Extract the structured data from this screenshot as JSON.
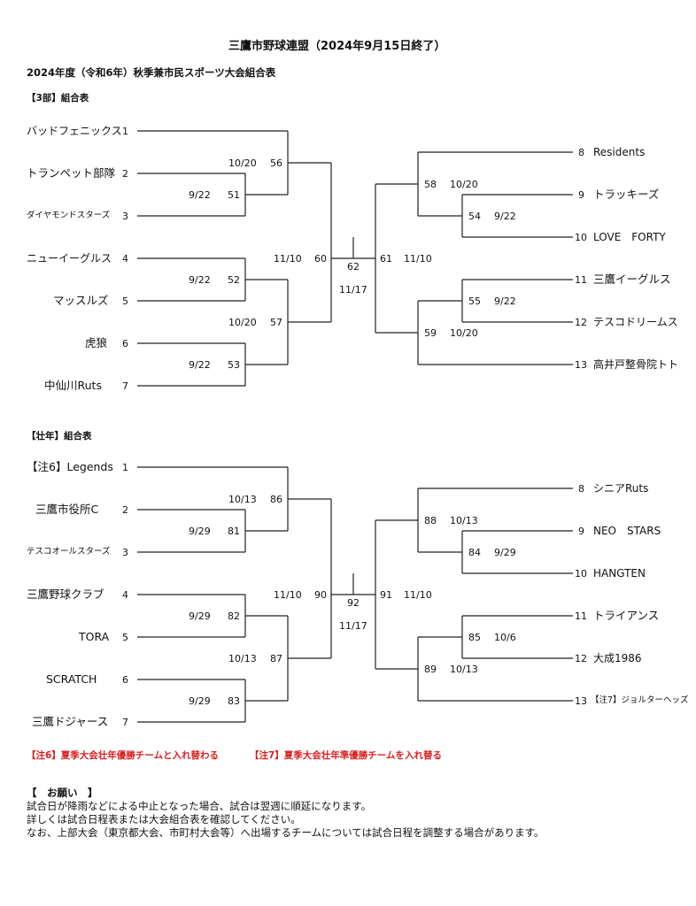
{
  "header": {
    "title": "三鷹市野球連盟（2024年9月15日終了）",
    "subtitle": "2024年度（令和6年）秋季兼市民スポーツ大会組合表"
  },
  "bracket3": {
    "section_label": "【3部】組合表",
    "teams": [
      {
        "name": "バッドフェニックス",
        "seed": "1"
      },
      {
        "name": "トランペット部隊",
        "seed": "2"
      },
      {
        "name": "ダイヤモンドスターズ",
        "seed": "3"
      },
      {
        "name": "ニューイーグルス",
        "seed": "4"
      },
      {
        "name": "マッスルズ",
        "seed": "5"
      },
      {
        "name": "虎狼",
        "seed": "6"
      },
      {
        "name": "中仙川Ruts",
        "seed": "7"
      },
      {
        "name": "Residents",
        "seed": "8"
      },
      {
        "name": "トラッキーズ",
        "seed": "9"
      },
      {
        "name": "LOVE　FORTY",
        "seed": "10"
      },
      {
        "name": "三鷹イーグルス",
        "seed": "11"
      },
      {
        "name": "テスコドリームス",
        "seed": "12"
      },
      {
        "name": "高井戸整骨院トト",
        "seed": "13"
      }
    ],
    "matches": {
      "m56": {
        "no": "56",
        "date": "10/20"
      },
      "m51": {
        "no": "51",
        "date": "9/22"
      },
      "m52": {
        "no": "52",
        "date": "9/22"
      },
      "m53": {
        "no": "53",
        "date": "9/22"
      },
      "m57": {
        "no": "57",
        "date": "10/20"
      },
      "m60": {
        "no": "60",
        "date": "11/10"
      },
      "final": {
        "no": "62",
        "date": "11/17"
      },
      "m61": {
        "no": "61",
        "date": "11/10"
      },
      "m58": {
        "no": "58",
        "date": "10/20"
      },
      "m54": {
        "no": "54",
        "date": "9/22"
      },
      "m55": {
        "no": "55",
        "date": "9/22"
      },
      "m59": {
        "no": "59",
        "date": "10/20"
      }
    }
  },
  "bracketSenior": {
    "section_label": "【壮年】組合表",
    "teams": [
      {
        "name": "【注6】Legends",
        "seed": "1"
      },
      {
        "name": "三鷹市役所C",
        "seed": "2"
      },
      {
        "name": "テスコオールスターズ",
        "seed": "3"
      },
      {
        "name": "三鷹野球クラブ",
        "seed": "4"
      },
      {
        "name": "TORA",
        "seed": "5"
      },
      {
        "name": "SCRATCH",
        "seed": "6"
      },
      {
        "name": "三鷹ドジャース",
        "seed": "7"
      },
      {
        "name": "シニアRuts",
        "seed": "8"
      },
      {
        "name": "NEO　STARS",
        "seed": "9"
      },
      {
        "name": "HANGTEN",
        "seed": "10"
      },
      {
        "name": "トライアンス",
        "seed": "11"
      },
      {
        "name": "大成1986",
        "seed": "12"
      },
      {
        "name": "【注7】ジョルターヘッズ",
        "seed": "13"
      }
    ],
    "matches": {
      "m86": {
        "no": "86",
        "date": "10/13"
      },
      "m81": {
        "no": "81",
        "date": "9/29"
      },
      "m82": {
        "no": "82",
        "date": "9/29"
      },
      "m87": {
        "no": "87",
        "date": "10/13"
      },
      "m83": {
        "no": "83",
        "date": "9/29"
      },
      "m90": {
        "no": "90",
        "date": "11/10"
      },
      "final": {
        "no": "92",
        "date": "11/17"
      },
      "m91": {
        "no": "91",
        "date": "11/10"
      },
      "m88": {
        "no": "88",
        "date": "10/13"
      },
      "m84": {
        "no": "84",
        "date": "9/29"
      },
      "m85": {
        "no": "85",
        "date": "10/6"
      },
      "m89": {
        "no": "89",
        "date": "10/13"
      }
    }
  },
  "red_notes": {
    "note6": "【注6】夏季大会壮年優勝チームと入れ替わる",
    "note7": "【注7】夏季大会壮年準優勝チームを入れ替る"
  },
  "request": {
    "heading": "【　お願い　】",
    "lines": [
      "試合日が降雨などによる中止となった場合、試合は翌週に順延になります。",
      "詳しくは試合日程表または大会組合表を確認してください。",
      "なお、上部大会（東京都大会、市町村大会等）へ出場するチームについては試合日程を調整する場合があります。"
    ]
  }
}
